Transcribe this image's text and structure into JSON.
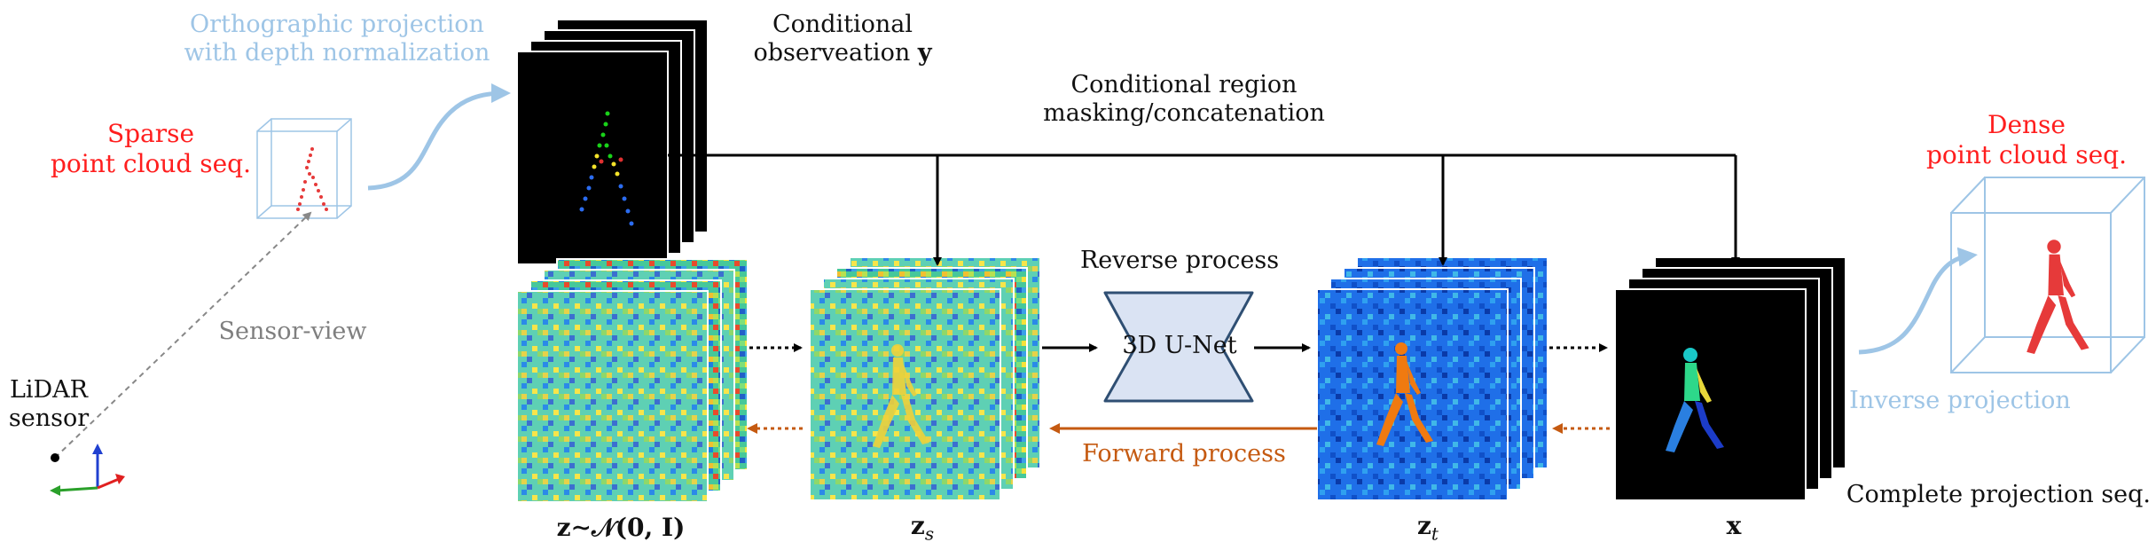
{
  "labels": {
    "ortho_line1": "Orthographic projection",
    "ortho_line2": "with depth normalization",
    "sparse_line1": "Sparse",
    "sparse_line2": "point cloud seq.",
    "lidar_line1": "LiDAR",
    "lidar_line2": "sensor",
    "sensor_view": "Sensor-view",
    "cond_obs_line1": "Conditional",
    "cond_obs_line2": "observeation",
    "cond_obs_symbol": "y",
    "cond_region_line1": "Conditional region",
    "cond_region_line2": "masking/concatenation",
    "reverse_process": "Reverse process",
    "unet": "3D U-Net",
    "forward_process": "Forward process",
    "dense_line1": "Dense",
    "dense_line2": "point cloud seq.",
    "inverse_projection": "Inverse projection",
    "complete_projection": "Complete projection seq.",
    "z_noise": "z∼𝒩(𝟎, 𝐈)",
    "z_s": "z",
    "z_s_sub": "s",
    "z_t": "z",
    "z_t_sub": "t",
    "x": "x"
  },
  "colors": {
    "light_blue": "#9ec5e6",
    "red": "#ff1e1e",
    "orange": "#c55a11",
    "unet_fill": "#dae3f3",
    "unet_stroke": "#2f4f73"
  },
  "icons": {
    "axis": "xyz-axes-icon",
    "unet": "bowtie-network-icon"
  }
}
